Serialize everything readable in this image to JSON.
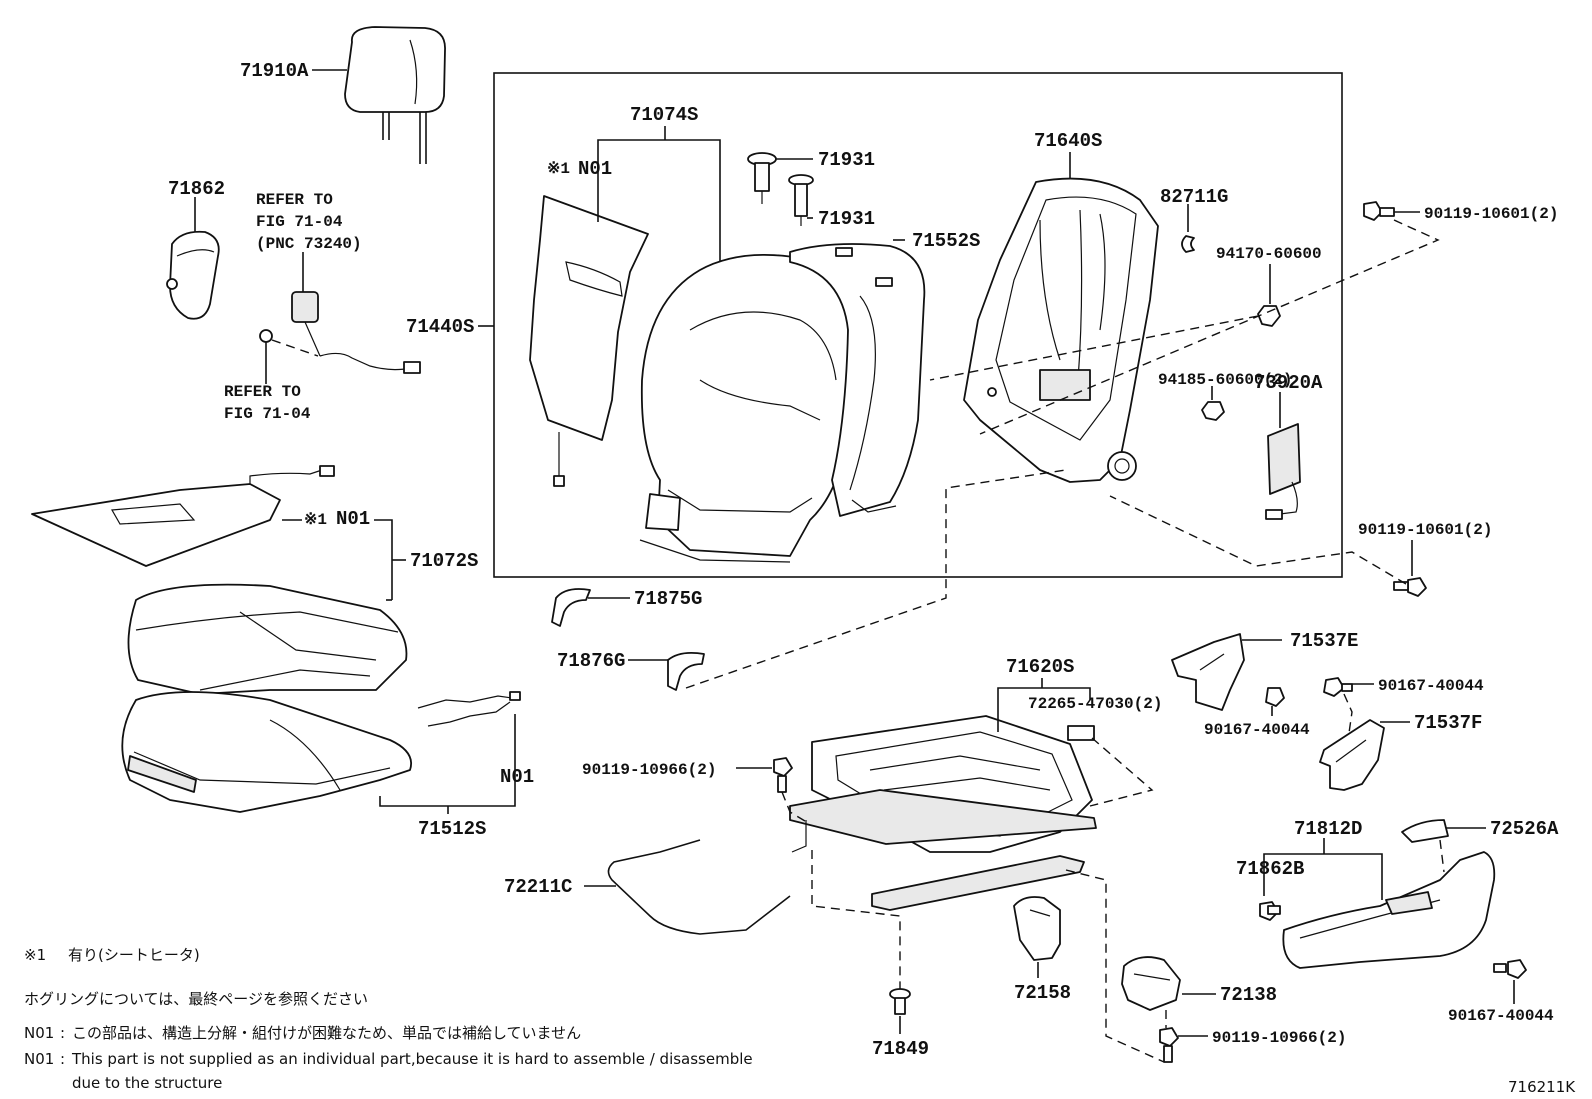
{
  "diagram": {
    "figure_id": "716211K",
    "labels": {
      "p71910A": "71910A",
      "p71862": "71862",
      "refer1_l1": "REFER TO",
      "refer1_l2": "FIG 71-04",
      "refer1_l3": "(PNC 73240)",
      "refer2_l1": "REFER TO",
      "refer2_l2": "FIG 71-04",
      "p71074S": "71074S",
      "n01_back_mark": "※1",
      "n01_back": "N01",
      "p71931a": "71931",
      "p71931b": "71931",
      "p71440S": "71440S",
      "p71552S": "71552S",
      "p71640S": "71640S",
      "p82711G": "82711G",
      "p94170": "94170-60600",
      "p90119_top": "90119-10601(2)",
      "p94185": "94185-60600(2)",
      "p73920A": "73920A",
      "p90119_mid": "90119-10601(2)",
      "n01_cush_mark": "※1",
      "n01_cush": "N01",
      "p71072S": "71072S",
      "p71875G": "71875G",
      "p71876G": "71876G",
      "p71620S": "71620S",
      "p72265": "72265-47030(2)",
      "p71537E": "71537E",
      "p90167_a": "90167-40044",
      "p90167_b": "90167-40044",
      "p71537F": "71537F",
      "n01_pad": "N01",
      "p71512S": "71512S",
      "p90119_10966a": "90119-10966(2)",
      "p71812D": "71812D",
      "p72526A": "72526A",
      "p71862B": "71862B",
      "p72211C": "72211C",
      "p72158": "72158",
      "p72138": "72138",
      "p90167_c": "90167-40044",
      "p90119_10966b": "90119-10966(2)",
      "p71849": "71849"
    },
    "notes": {
      "note1_mark": "※1",
      "note1_text": "有り(シートヒータ)",
      "note2": "ホグリングについては、最終ページを参照ください",
      "note3_code": "N01",
      "note3_text": "この部品は、構造上分解・組付けが困難なため、単品では補給していません",
      "note4_code": "N01",
      "note4_line1": "This part is not supplied as an individual part,because it is hard to assemble / disassemble",
      "note4_line2": "due to the structure"
    }
  }
}
